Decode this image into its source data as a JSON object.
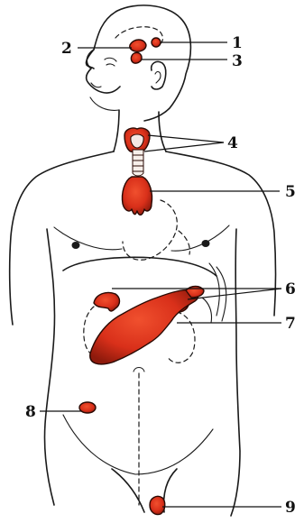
{
  "diagram": {
    "labels": [
      "1",
      "2",
      "3",
      "4",
      "5",
      "6",
      "7",
      "8",
      "9"
    ]
  },
  "colors": {
    "organ_fill": "#d9301a",
    "organ_dark": "#7a160a",
    "outline": "#1a1a1a",
    "background": "#ffffff"
  }
}
